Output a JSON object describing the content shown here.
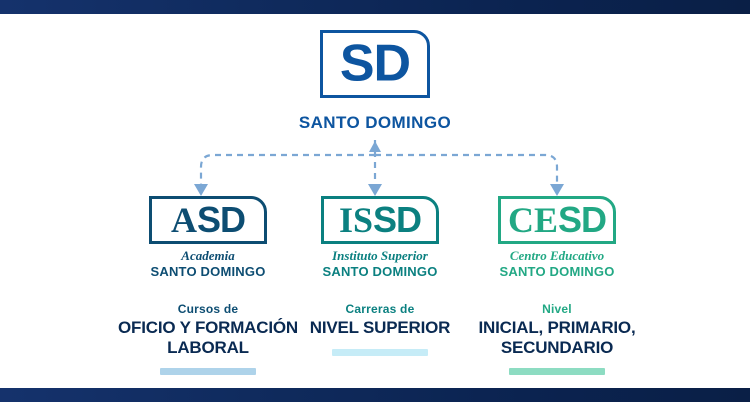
{
  "root": {
    "initials_serif": "",
    "initials_sans": "SD",
    "name": "SANTO DOMINGO",
    "color": "#0d55a0"
  },
  "nodes": [
    {
      "id": "asd",
      "initials_serif": "A",
      "initials_sans": "SD",
      "subtitle_italic": "Academia",
      "subtitle_name": "SANTO DOMINGO",
      "color": "#0d4d72"
    },
    {
      "id": "issd",
      "initials_serif": "IS",
      "initials_sans": "SD",
      "subtitle_italic": "Instituto Superior",
      "subtitle_name": "SANTO DOMINGO",
      "color": "#0b8080"
    },
    {
      "id": "cesd",
      "initials_serif": "CE",
      "initials_sans": "SD",
      "subtitle_italic": "Centro Educativo",
      "subtitle_name": "SANTO DOMINGO",
      "color": "#22a884"
    }
  ],
  "descriptions": [
    {
      "id": "asd",
      "kicker": "Cursos de",
      "main": "OFICIO Y FORMACIÓN LABORAL",
      "kicker_color": "#0d4d72",
      "rule_color": "#aed3ea"
    },
    {
      "id": "issd",
      "kicker": "Carreras de",
      "main": "NIVEL SUPERIOR",
      "kicker_color": "#0b8080",
      "rule_color": "#c6ecf7"
    },
    {
      "id": "cesd",
      "kicker": "Nivel",
      "main": "INICIAL, PRIMARIO, SECUNDARIO",
      "kicker_color": "#22a884",
      "rule_color": "#8ddcc2"
    }
  ],
  "connectors": {
    "style": "dashed",
    "color": "#7ba7d4",
    "arrow_count": 3
  },
  "banners": {
    "top_color": "#0f2a5c",
    "bottom_color": "#0f2a5c"
  }
}
